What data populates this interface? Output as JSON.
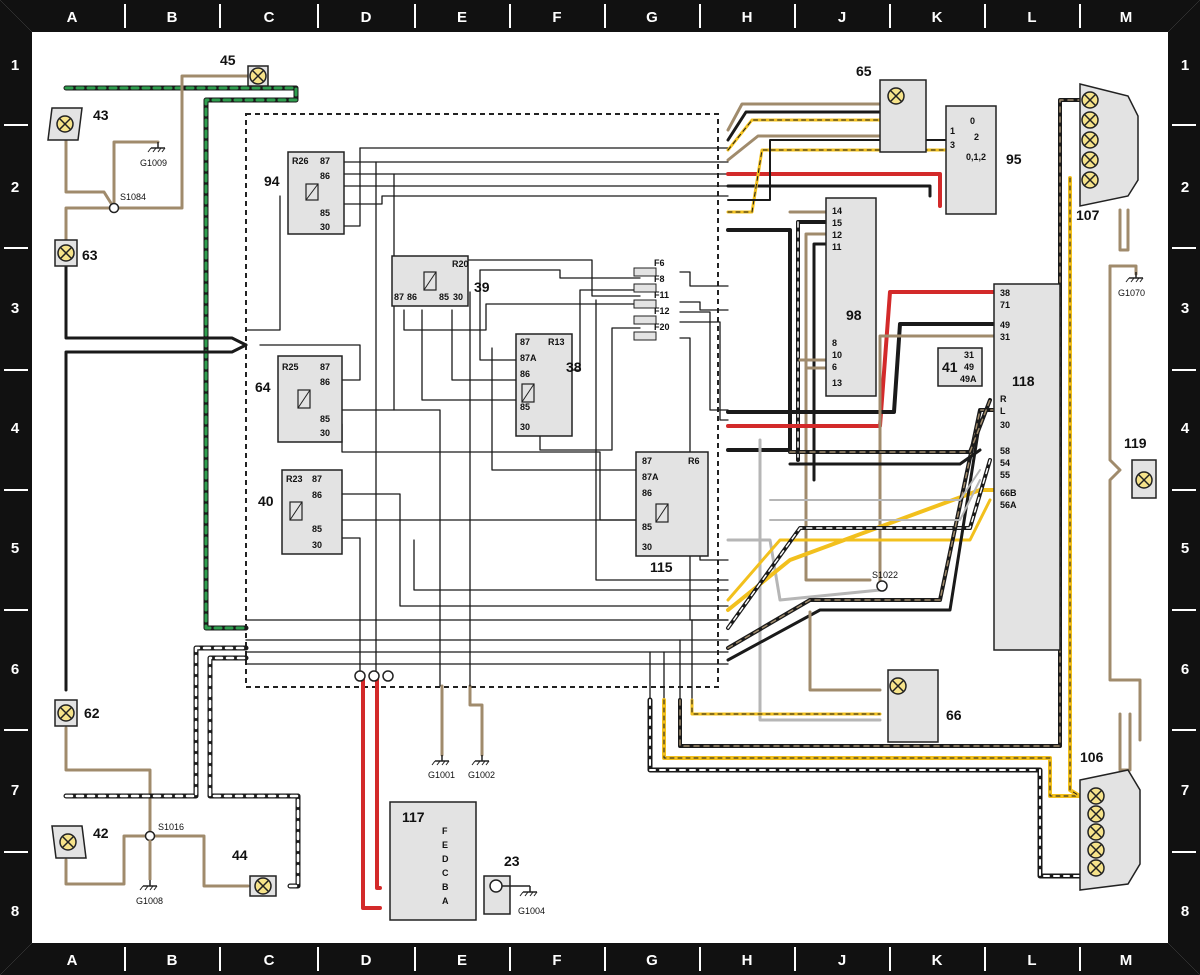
{
  "grid": {
    "columns": [
      "A",
      "B",
      "C",
      "D",
      "E",
      "F",
      "G",
      "H",
      "J",
      "K",
      "L",
      "M"
    ],
    "rows": [
      "1",
      "2",
      "3",
      "4",
      "5",
      "6",
      "7",
      "8"
    ]
  },
  "components": {
    "c43": "43",
    "c45": "45",
    "c63": "63",
    "c62": "62",
    "c42": "42",
    "c44": "44",
    "c94": "94",
    "c39": "39",
    "c64": "64",
    "c38": "38",
    "c40": "40",
    "c115": "115",
    "c65": "65",
    "c95": "95",
    "c98": "98",
    "c107": "107",
    "c118": "118",
    "c41": "41",
    "c119": "119",
    "c66": "66",
    "c106": "106",
    "c117": "117",
    "c23": "23"
  },
  "relay_codes": {
    "r26": "R26",
    "r20": "R20",
    "r25": "R25",
    "r13": "R13",
    "r23": "R23",
    "r6": "R6"
  },
  "splices": {
    "s1084": "S1084",
    "s1016": "S1016",
    "s1022": "S1022"
  },
  "grounds": {
    "g1009": "G1009",
    "g1008": "G1008",
    "g1001": "G1001",
    "g1002": "G1002",
    "g1004": "G1004",
    "g1070": "G1070"
  },
  "fuses": [
    "F6",
    "F8",
    "F11",
    "F12",
    "F20"
  ],
  "pins": {
    "relay_std": [
      "87",
      "86",
      "85",
      "30"
    ],
    "relay_87a": [
      "87",
      "87A",
      "86",
      "85",
      "30"
    ],
    "r20": [
      "87",
      "86",
      "85",
      "30"
    ],
    "c98": [
      "14",
      "15",
      "12",
      "11",
      "8",
      "10",
      "6",
      "13"
    ],
    "c118_top": [
      "38",
      "71",
      "49",
      "31"
    ],
    "c118_mid": [
      "R",
      "L",
      "30",
      "58",
      "54",
      "55",
      "66B",
      "56A"
    ],
    "c41": [
      "31",
      "49",
      "49A"
    ],
    "c95": [
      "0",
      "1",
      "2",
      "3",
      "0,1,2"
    ],
    "c117": [
      "F",
      "E",
      "D",
      "C",
      "B",
      "A"
    ]
  },
  "colors": {
    "brown": "#a08b6c",
    "green": "#2e9e4e",
    "red": "#d32a2a",
    "yellow": "#f2c01d",
    "grey": "#b6b6b6",
    "black": "#1a1a1a",
    "frame": "#111111",
    "box": "#e3e3e3"
  }
}
